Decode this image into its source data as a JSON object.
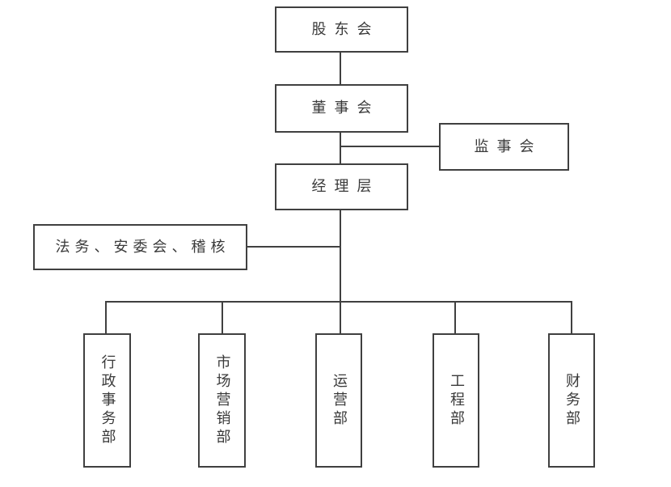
{
  "chart": {
    "type": "org-chart",
    "background": "#ffffff",
    "line_color": "#404040",
    "text_color": "#3a3a3a",
    "nodes": {
      "shareholders": {
        "label": "股东会"
      },
      "board": {
        "label": "董事会"
      },
      "supervisory": {
        "label": "监事会"
      },
      "management": {
        "label": "经理层"
      },
      "staff": {
        "label": "法务、安委会、稽核"
      },
      "dept_admin": {
        "label": "行政事务部"
      },
      "dept_marketing": {
        "label": "市场营销部"
      },
      "dept_operations": {
        "label": "运营部"
      },
      "dept_engineering": {
        "label": "工程部"
      },
      "dept_finance": {
        "label": "财务部"
      }
    },
    "edges": [
      [
        "shareholders",
        "board"
      ],
      [
        "board",
        "management"
      ],
      [
        "board",
        "supervisory"
      ],
      [
        "management",
        "staff"
      ],
      [
        "management",
        "dept_admin"
      ],
      [
        "management",
        "dept_marketing"
      ],
      [
        "management",
        "dept_operations"
      ],
      [
        "management",
        "dept_engineering"
      ],
      [
        "management",
        "dept_finance"
      ]
    ]
  }
}
